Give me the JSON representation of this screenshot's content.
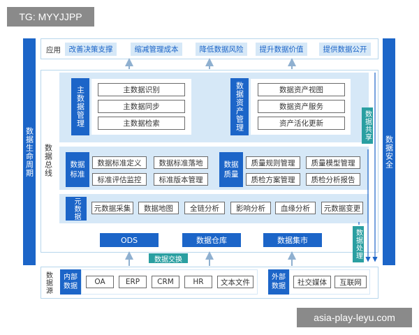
{
  "watermark_top": "TG: MYYJJPP",
  "watermark_bottom": "asia-play-leyu.com",
  "left_bar": "数据生命周期",
  "right_bar": "数据安全",
  "app_layer": {
    "label": "应用",
    "items": [
      "改善决策支撑",
      "缩减管理成本",
      "降低数据风险",
      "提升数据价值",
      "提供数据公开"
    ]
  },
  "data_bus_label": "数据总线",
  "master_data": {
    "title": "主数据管理",
    "items": [
      "主数据识别",
      "主数据同步",
      "主数据检索"
    ]
  },
  "asset_mgmt": {
    "title": "数据资产管理",
    "items": [
      "数据资产视图",
      "数据资产服务",
      "资产活化更新"
    ]
  },
  "data_share": "数据共享",
  "standard": {
    "title": "数据标准",
    "items": [
      "数据标准定义",
      "数据标准落地",
      "标准评估监控",
      "标准版本管理"
    ]
  },
  "quality": {
    "title": "数据质量",
    "items": [
      "质量规则管理",
      "质量模型管理",
      "质检方案管理",
      "质检分析报告"
    ]
  },
  "metadata": {
    "title": "元数据",
    "items": [
      "元数据采集",
      "数据地图",
      "全链分析",
      "影响分析",
      "血缘分析",
      "元数据变更"
    ]
  },
  "data_processing": "数据处理",
  "storage": [
    "ODS",
    "数据仓库",
    "数据集市"
  ],
  "data_exchange": "数据交换",
  "source": {
    "label": "数据源",
    "internal_title": "内部数据",
    "internal_items": [
      "OA",
      "ERP",
      "CRM",
      "HR",
      "文本文件"
    ],
    "external_title": "外部数据",
    "external_items": [
      "社交媒体",
      "互联网"
    ]
  },
  "colors": {
    "primary": "#1c65c8",
    "light": "#d6e8f7",
    "teal": "#2a9fa1",
    "border": "#b7d6ec"
  }
}
